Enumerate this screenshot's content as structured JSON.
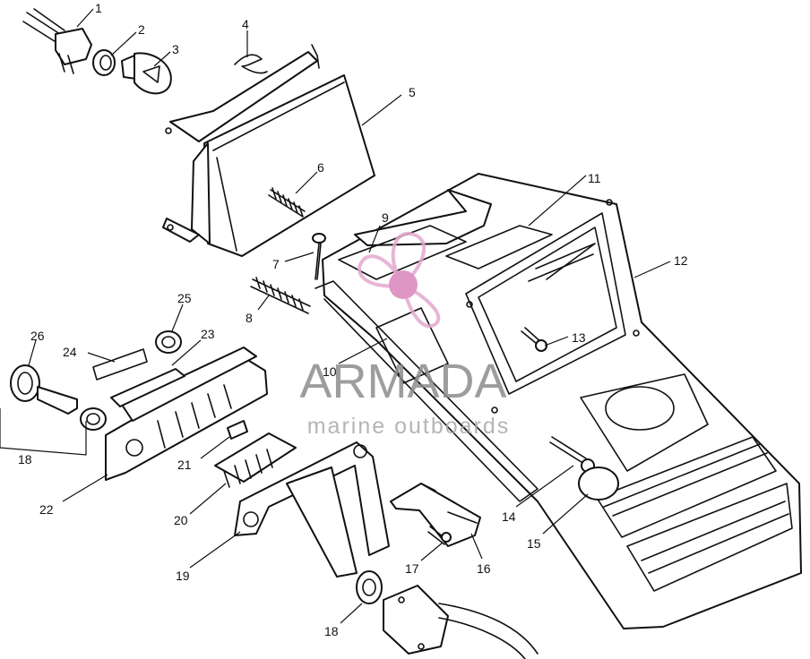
{
  "diagram": {
    "callouts": [
      {
        "id": "c1",
        "label": "1"
      },
      {
        "id": "c2",
        "label": "2"
      },
      {
        "id": "c3",
        "label": "3"
      },
      {
        "id": "c4",
        "label": "4"
      },
      {
        "id": "c5",
        "label": "5"
      },
      {
        "id": "c6",
        "label": "6"
      },
      {
        "id": "c7",
        "label": "7"
      },
      {
        "id": "c8",
        "label": "8"
      },
      {
        "id": "c9",
        "label": "9"
      },
      {
        "id": "c10",
        "label": "10"
      },
      {
        "id": "c11",
        "label": "11"
      },
      {
        "id": "c12",
        "label": "12"
      },
      {
        "id": "c13",
        "label": "13"
      },
      {
        "id": "c14",
        "label": "14"
      },
      {
        "id": "c15",
        "label": "15"
      },
      {
        "id": "c16",
        "label": "16"
      },
      {
        "id": "c17",
        "label": "17"
      },
      {
        "id": "c18a",
        "label": "18"
      },
      {
        "id": "c18b",
        "label": "18"
      },
      {
        "id": "c19",
        "label": "19"
      },
      {
        "id": "c20",
        "label": "20"
      },
      {
        "id": "c21",
        "label": "21"
      },
      {
        "id": "c22",
        "label": "22"
      },
      {
        "id": "c23",
        "label": "23"
      },
      {
        "id": "c24",
        "label": "24"
      },
      {
        "id": "c25",
        "label": "25"
      },
      {
        "id": "c26",
        "label": "26"
      }
    ]
  },
  "watermark": {
    "brand": "ARMADA",
    "tagline": "marine outboards",
    "colors": {
      "text": "#8c8c8c",
      "tagline": "#a9a9a9",
      "logo": "#e5a9cf",
      "logo_center": "#d986bb"
    }
  }
}
